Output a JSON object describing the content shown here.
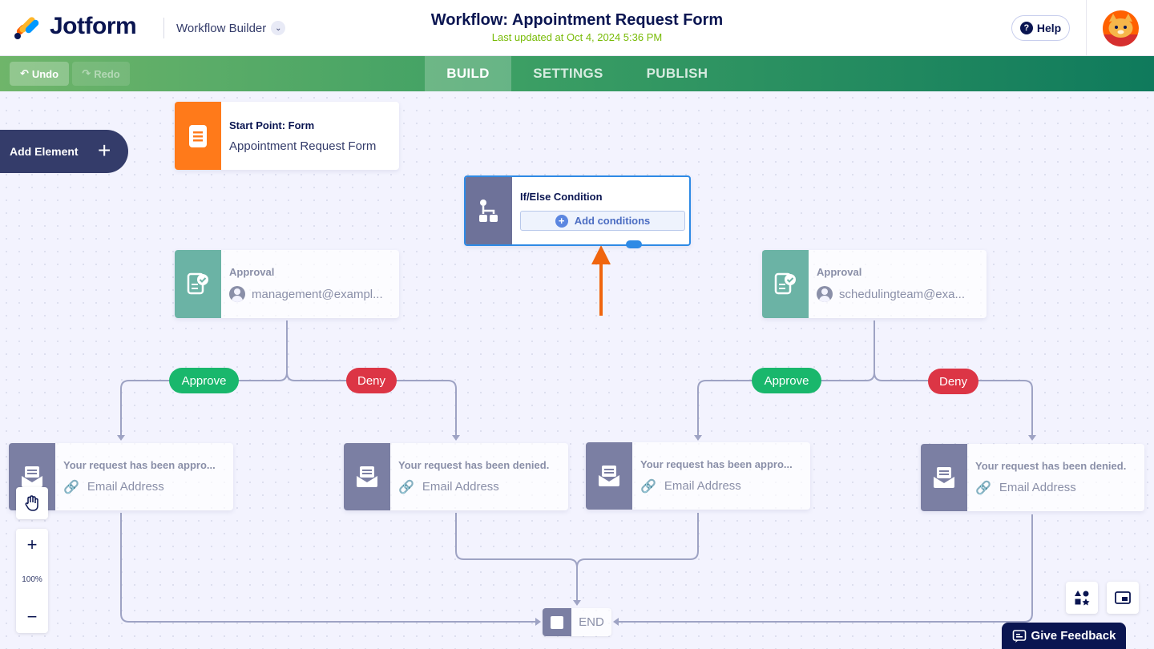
{
  "header": {
    "brand": "Jotform",
    "builder_name": "Workflow Builder",
    "title": "Workflow: Appointment Request Form",
    "updated": "Last updated at Oct 4, 2024 5:36 PM",
    "help": "Help"
  },
  "toolbar": {
    "undo": "Undo",
    "redo": "Redo",
    "tabs": [
      "BUILD",
      "SETTINGS",
      "PUBLISH"
    ],
    "active_tab": "BUILD"
  },
  "canvas": {
    "add_element": "Add Element",
    "start": {
      "title": "Start Point: Form",
      "subtitle": "Appointment Request Form"
    },
    "condition": {
      "title": "If/Else Condition",
      "button": "Add conditions"
    },
    "approvals": [
      {
        "title": "Approval",
        "assignee": "management@exampl..."
      },
      {
        "title": "Approval",
        "assignee": "schedulingteam@exa..."
      }
    ],
    "branches": {
      "approve": "Approve",
      "deny": "Deny"
    },
    "emails": [
      {
        "title": "Your request has been appro...",
        "recipient": "Email Address"
      },
      {
        "title": "Your request has been denied.",
        "recipient": "Email Address"
      },
      {
        "title": "Your request has been appro...",
        "recipient": "Email Address"
      },
      {
        "title": "Your request has been denied.",
        "recipient": "Email Address"
      }
    ],
    "end": "END",
    "zoom_level": "100%"
  },
  "feedback": "Give Feedback",
  "colors": {
    "brand_navy": "#0a1551",
    "form_orange": "#ff7a1a",
    "approval_teal": "#6bb3a5",
    "condition_slate": "#6e7299",
    "email_slate": "#7b7fa3",
    "approve_green": "#19b76c",
    "deny_red": "#dc3545",
    "selection_blue": "#2e8ae5",
    "updated_green": "#78bb07"
  }
}
